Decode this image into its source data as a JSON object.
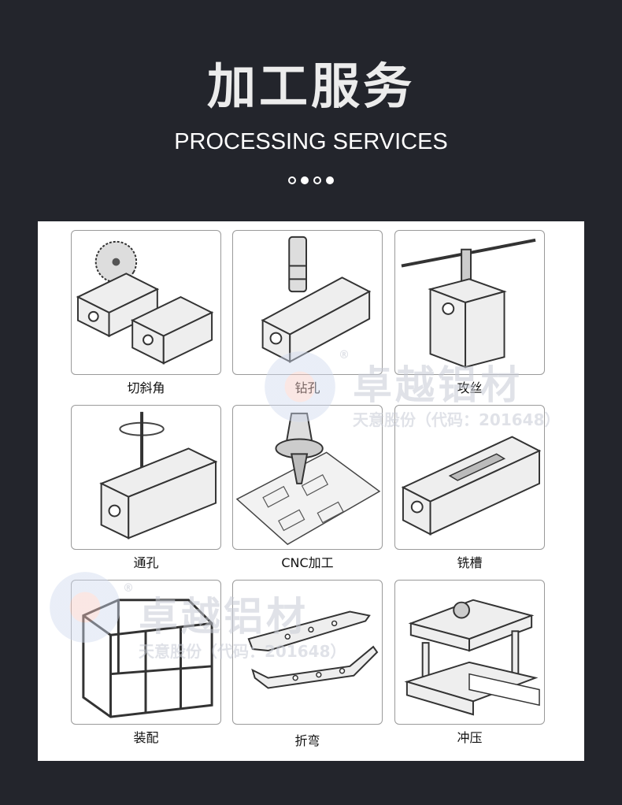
{
  "header": {
    "title": "加工服务",
    "subtitle": "PROCESSING SERVICES"
  },
  "services": [
    {
      "label": "切斜角",
      "icon": "saw-cutting-icon"
    },
    {
      "label": "钻孔",
      "icon": "drilling-icon"
    },
    {
      "label": "攻丝",
      "icon": "tapping-icon"
    },
    {
      "label": "通孔",
      "icon": "through-hole-icon"
    },
    {
      "label": "CNC加工",
      "icon": "cnc-machining-icon"
    },
    {
      "label": "铣槽",
      "icon": "milling-slot-icon"
    },
    {
      "label": "装配",
      "icon": "assembly-frame-icon"
    },
    {
      "label": "折弯",
      "icon": "bending-icon"
    },
    {
      "label": "冲压",
      "icon": "stamping-icon"
    }
  ],
  "watermark": {
    "brand": "卓越铝材",
    "registered": "®",
    "tagline": "天意股份（代码：201648）"
  },
  "colors": {
    "background": "#23252c",
    "panel": "#ffffff",
    "card_border": "#9a9a9a",
    "watermark": "#c8ccd6"
  }
}
